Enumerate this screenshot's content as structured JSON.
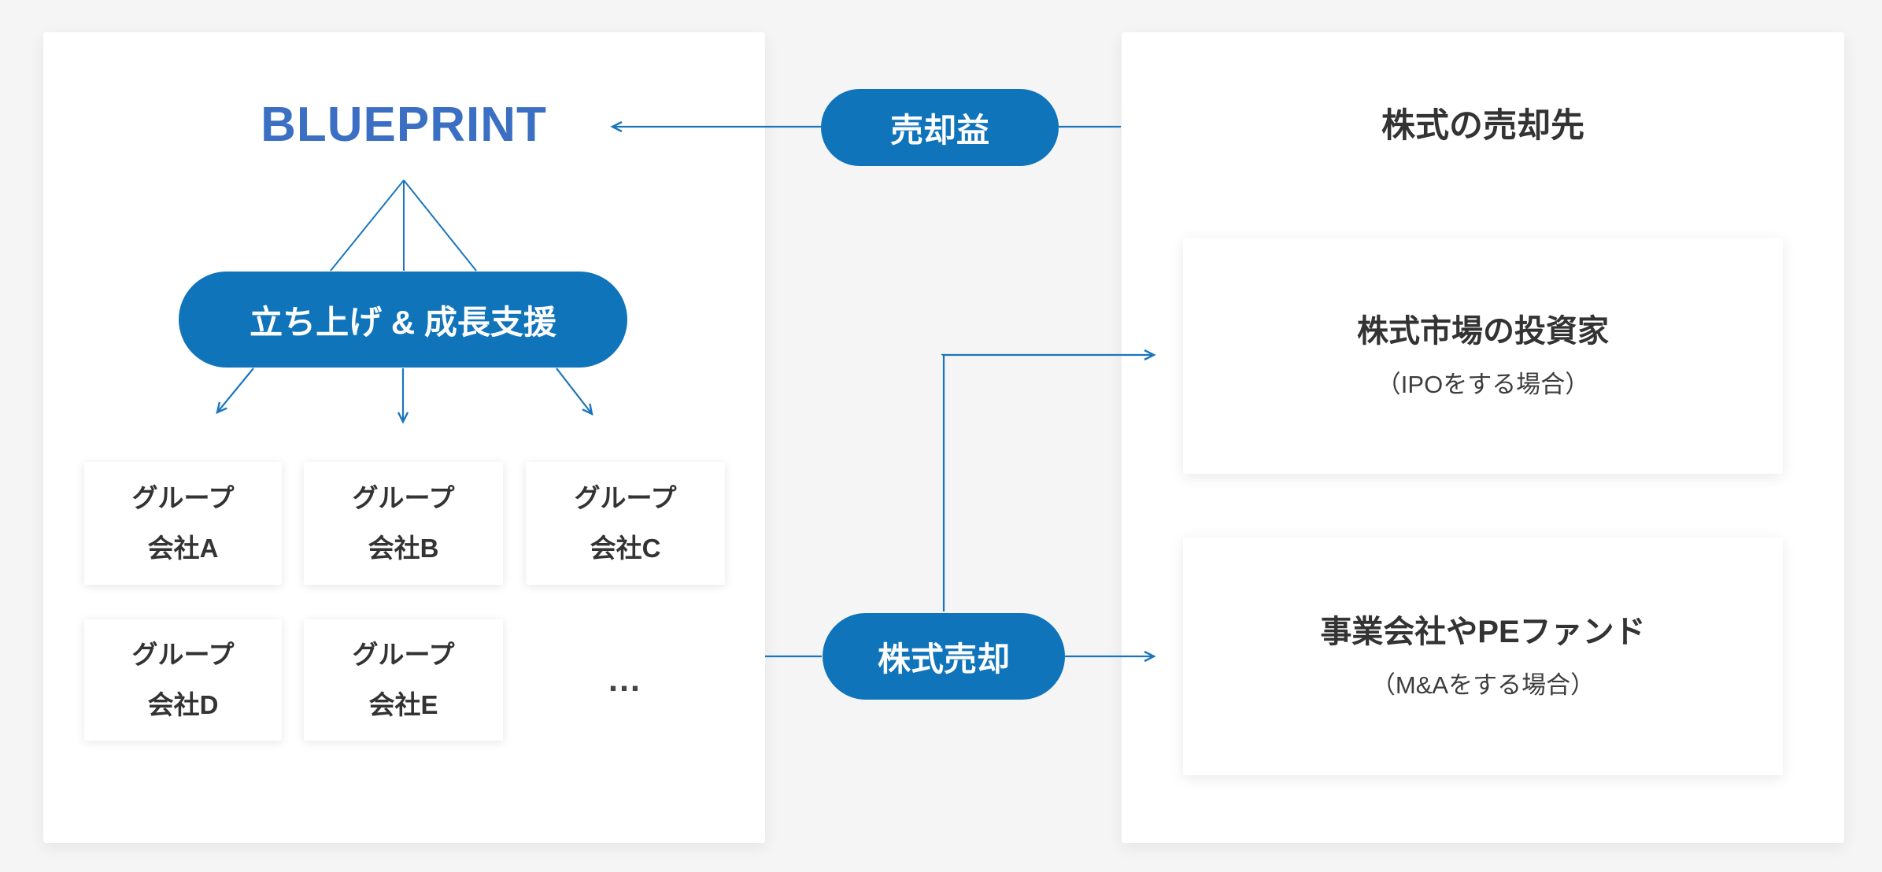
{
  "colors": {
    "accent_blue": "#0f74ba",
    "logo_blue": "#3b6fc3",
    "line_blue": "#1b75bc",
    "text_dark": "#333333",
    "page_background": "#f5f5f6",
    "panel_background": "#ffffff"
  },
  "left_panel": {
    "logo": "BLUEPRINT",
    "support_pill": "立ち上げ & 成長支援",
    "group_companies": [
      {
        "line1": "グループ",
        "line2": "会社A"
      },
      {
        "line1": "グループ",
        "line2": "会社B"
      },
      {
        "line1": "グループ",
        "line2": "会社C"
      },
      {
        "line1": "グループ",
        "line2": "会社D"
      },
      {
        "line1": "グループ",
        "line2": "会社E"
      }
    ],
    "ellipsis": "…"
  },
  "connectors": {
    "sale_profit_pill": "売却益",
    "stock_sale_pill": "株式売却"
  },
  "right_panel": {
    "title": "株式の売却先",
    "boxes": [
      {
        "title": "株式市場の投資家",
        "subtitle": "（IPOをする場合）"
      },
      {
        "title": "事業会社やPEファンド",
        "subtitle": "（M&Aをする場合）"
      }
    ]
  }
}
